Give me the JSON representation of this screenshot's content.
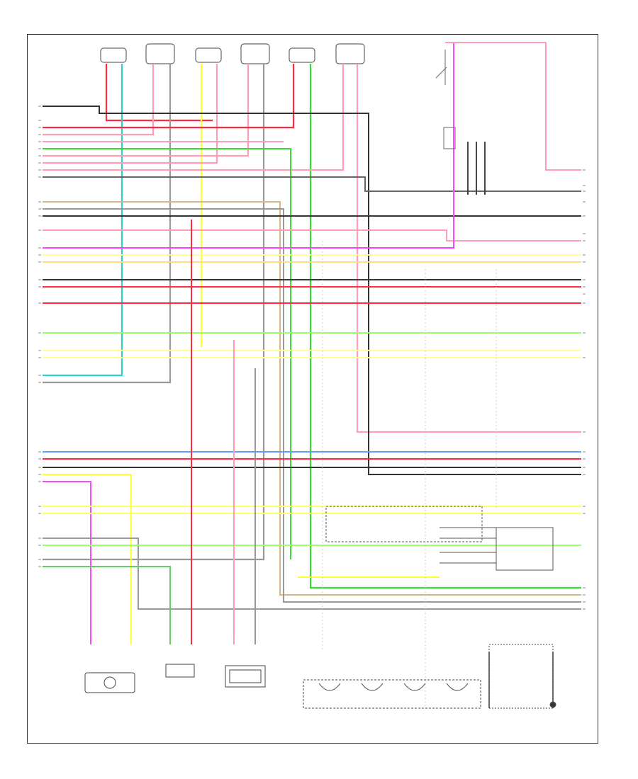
{
  "diagram": {
    "page_id": "",
    "wire_colors": {
      "pink": "#ff9eb5",
      "red": "#ff2a3d",
      "black": "#333333",
      "gray": "#999999",
      "green": "#33dd33",
      "light_green": "#99ff66",
      "yellow": "#ffff33",
      "cyan": "#33cccc",
      "blue": "#6699ff",
      "violet": "#ff44ff",
      "tan": "#d8b48a",
      "orange": "#ffaa66"
    },
    "bottom_components": [
      {
        "id": "comp-1",
        "label": ""
      },
      {
        "id": "comp-2",
        "label": ""
      },
      {
        "id": "comp-3",
        "label": ""
      },
      {
        "id": "comp-4",
        "label": ""
      },
      {
        "id": "comp-5",
        "label": ""
      }
    ]
  }
}
